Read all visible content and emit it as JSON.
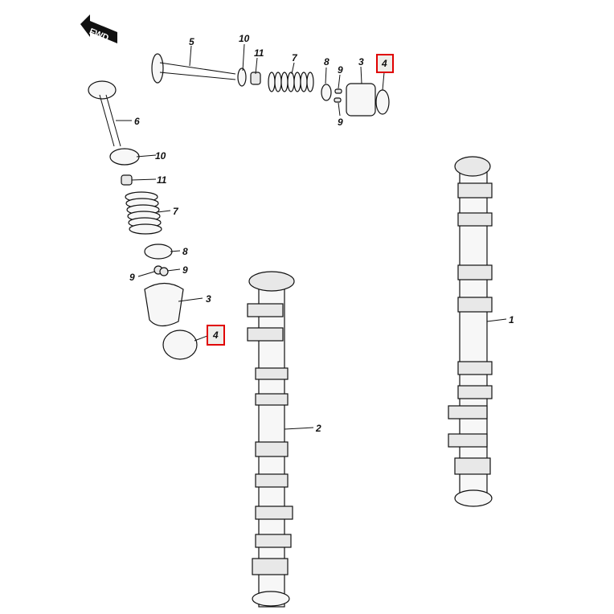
{
  "fwd_indicator": {
    "label": "FWD"
  },
  "highlight_color": "#e00000",
  "callouts": {
    "top_row": [
      "5",
      "10",
      "11",
      "7",
      "8",
      "9",
      "9",
      "3",
      "4"
    ],
    "left_column": [
      "6",
      "10",
      "11",
      "7",
      "8",
      "9",
      "9",
      "3",
      "4"
    ],
    "camshaft_2": "2",
    "camshaft_1": "1"
  }
}
